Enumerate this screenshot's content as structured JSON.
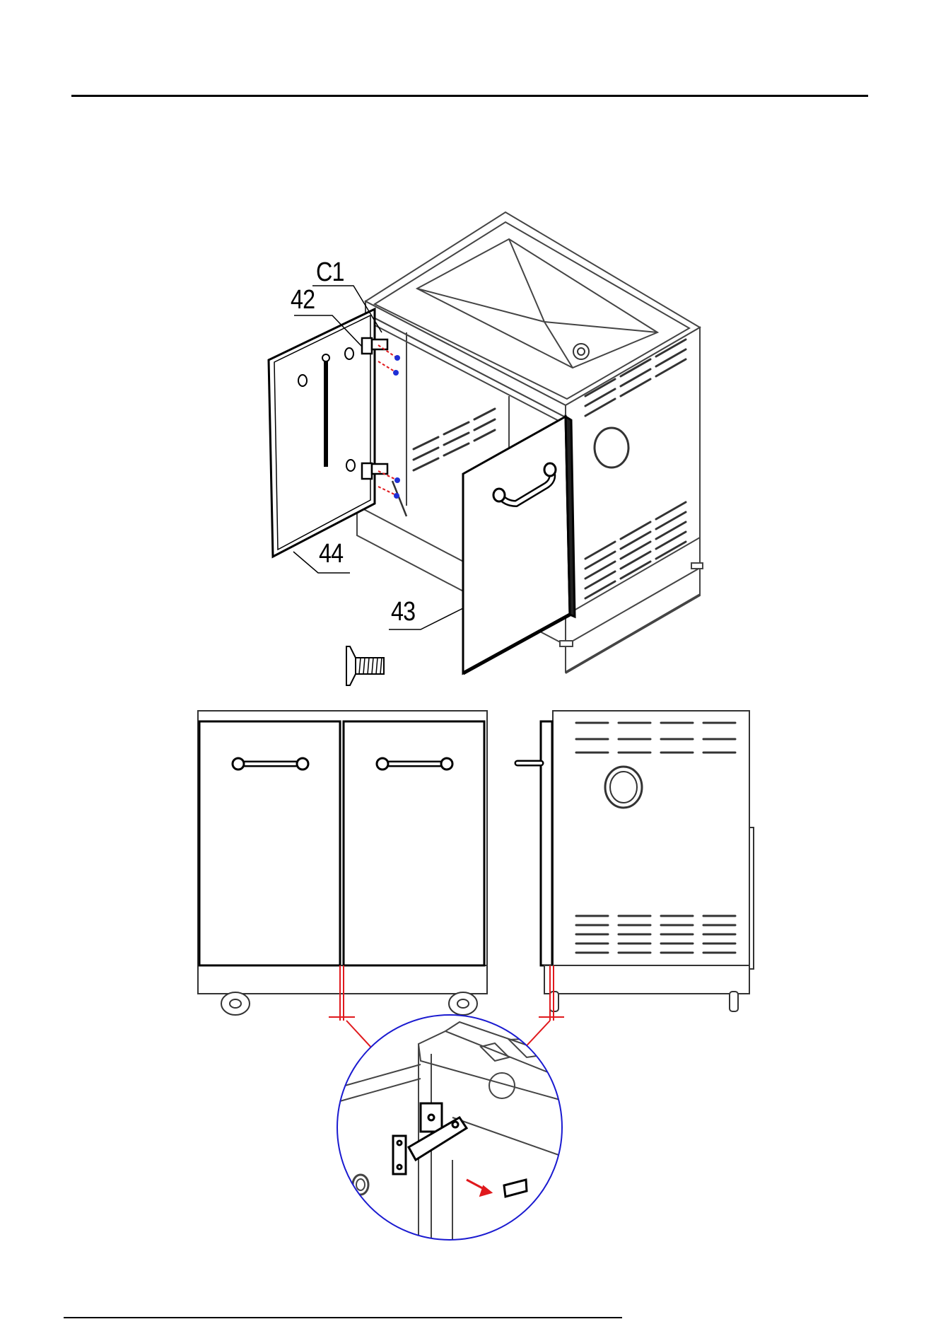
{
  "callouts": {
    "c1": "C1",
    "p42": "42",
    "p44": "44",
    "p43": "43"
  },
  "colors": {
    "line": "#000000",
    "screw": "#1f2fd6",
    "guide": "#e0191d",
    "detail_circle": "#1a1ad0"
  }
}
